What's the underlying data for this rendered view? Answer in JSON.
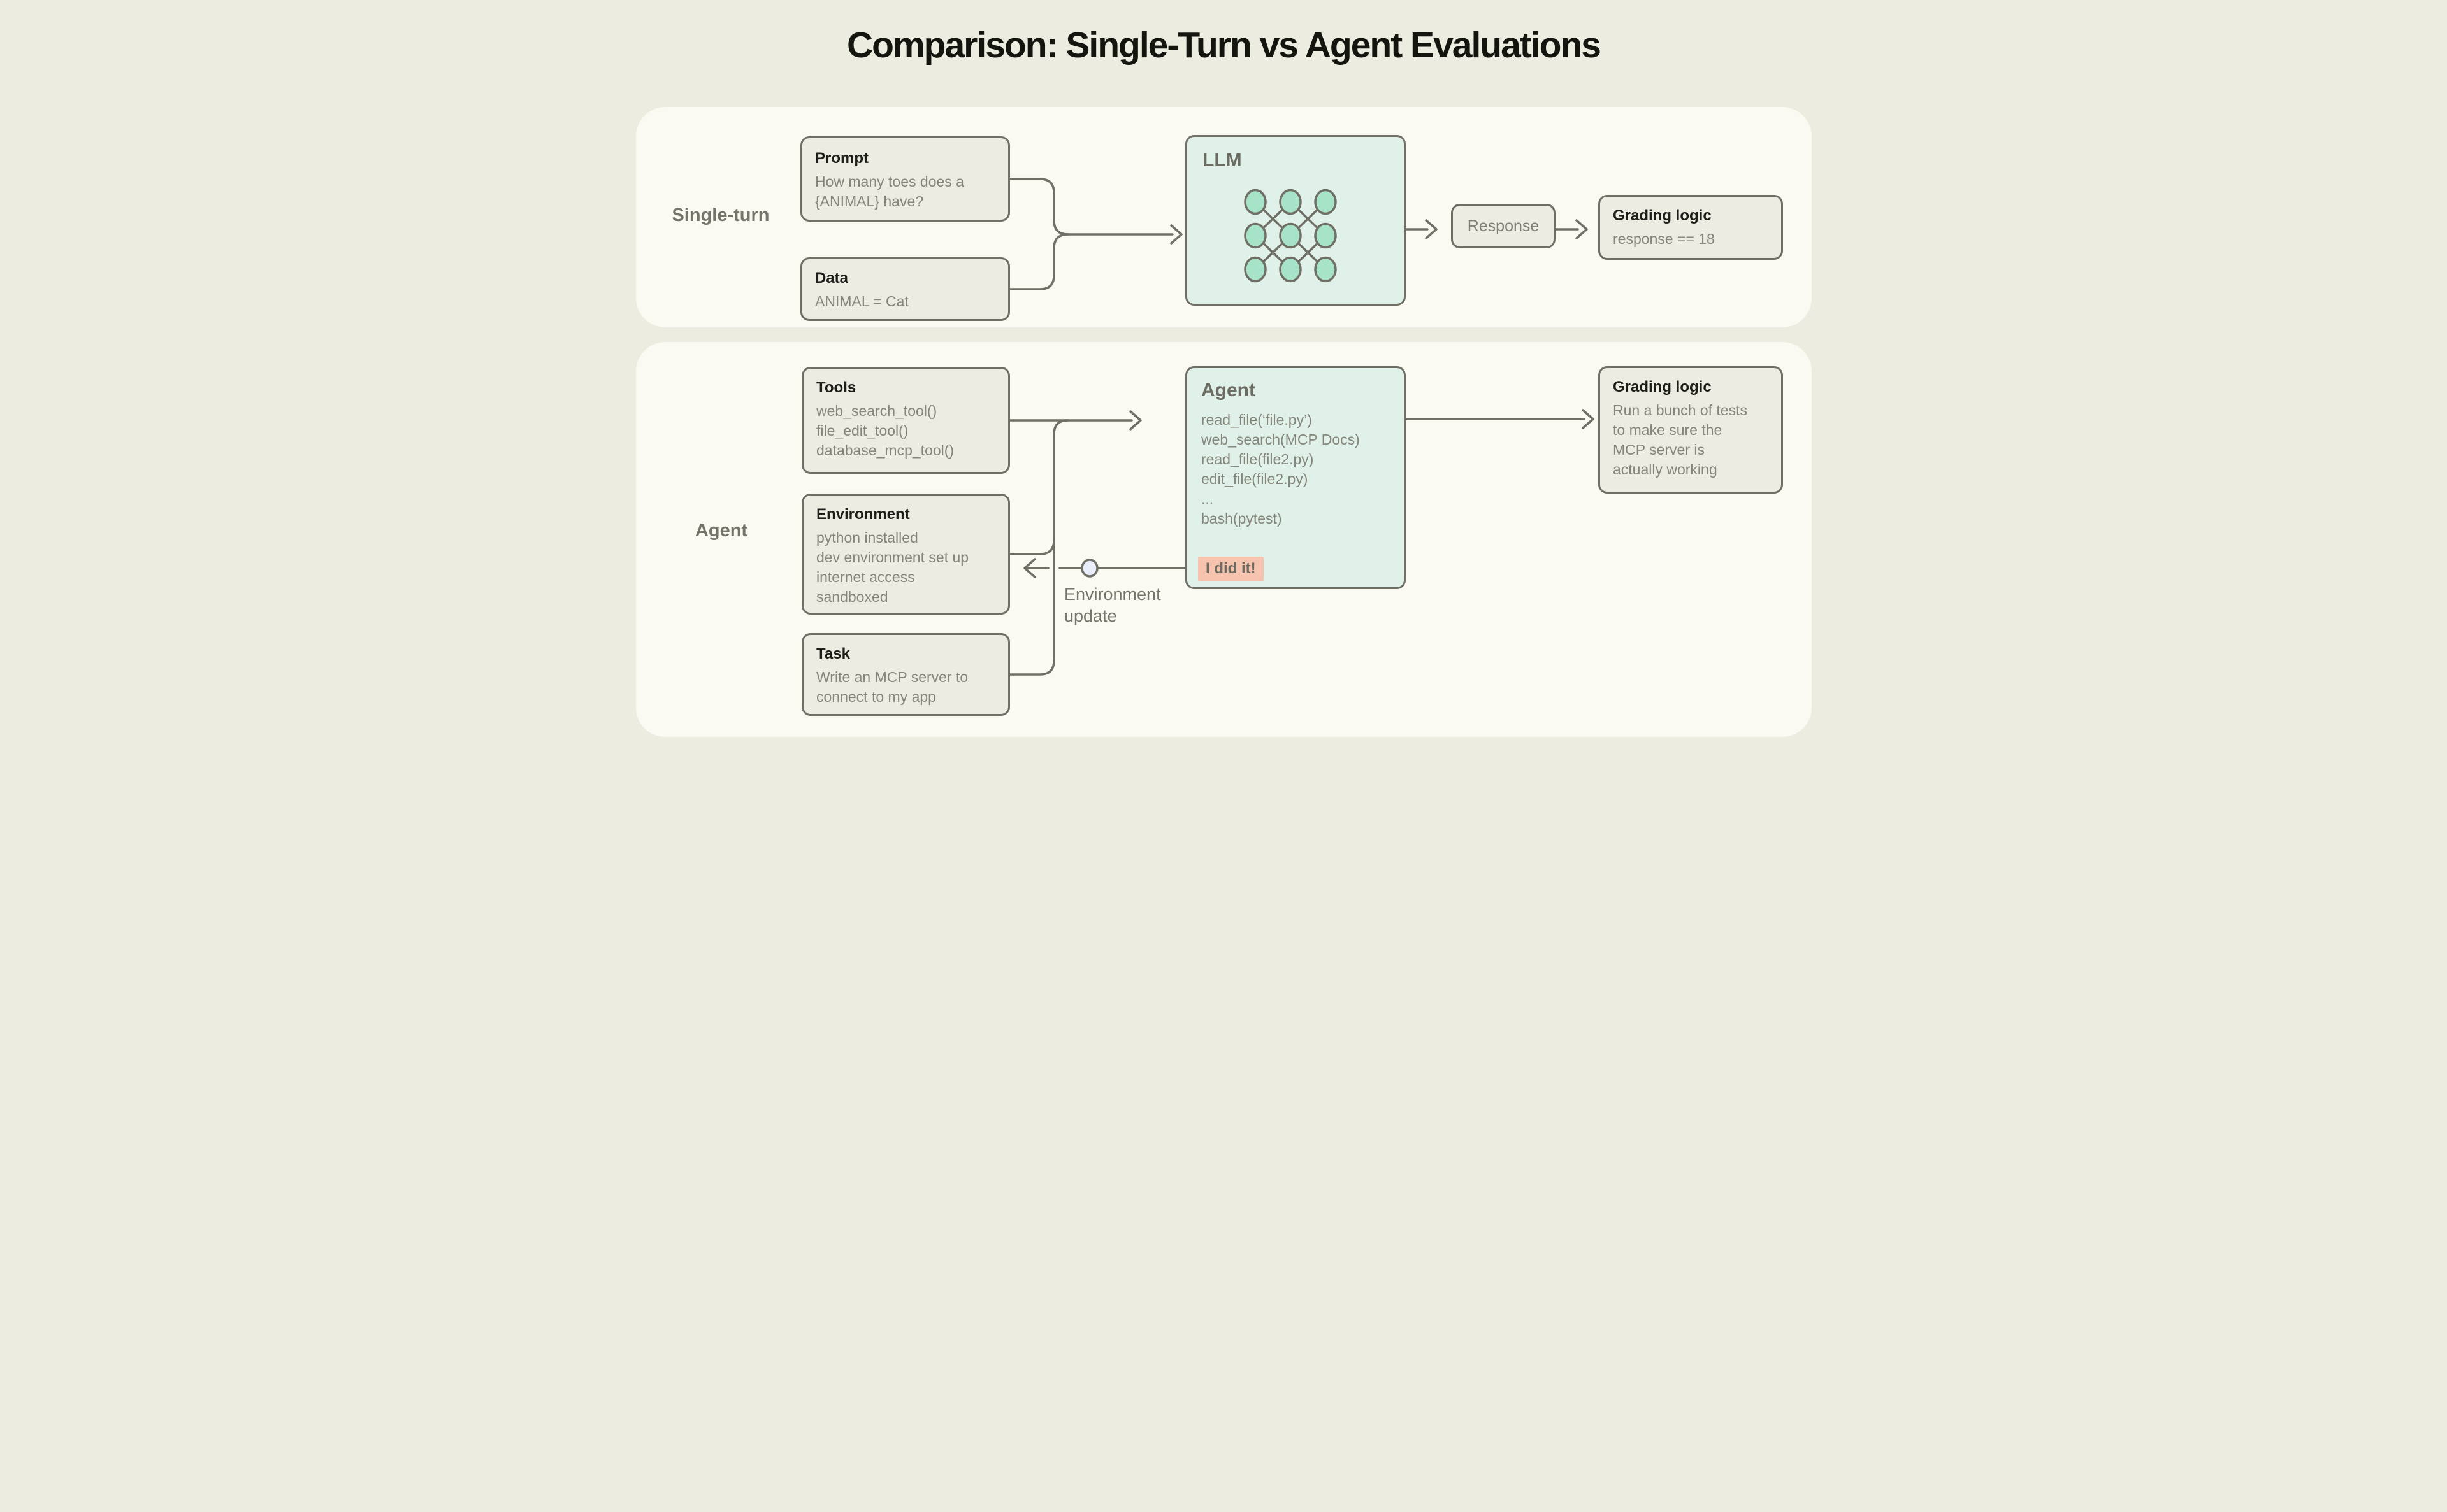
{
  "title": "Comparison: Single-Turn vs Agent Evaluations",
  "colors": {
    "page_background": "#ECECE0",
    "panel_background": "#FBFAF2",
    "box_fill": "#EDECE2",
    "mint_fill": "#E0F1E9",
    "node_fill": "#A7E3C8",
    "line_and_border": "#6F6F66",
    "heading_text": "#1D1D19",
    "body_text": "#85857A",
    "badge_fill": "#F6C3AE",
    "update_node_fill": "#E9EEFA"
  },
  "single_turn": {
    "label": "Single-turn",
    "prompt": {
      "title": "Prompt",
      "body": "How many toes does a\n{ANIMAL} have?"
    },
    "data": {
      "title": "Data",
      "body": "ANIMAL = Cat"
    },
    "llm": {
      "title": "LLM"
    },
    "response": {
      "label": "Response"
    },
    "grading": {
      "title": "Grading logic",
      "body": "response == 18"
    }
  },
  "agent": {
    "label": "Agent",
    "tools": {
      "title": "Tools",
      "body": "web_search_tool()\nfile_edit_tool()\ndatabase_mcp_tool()"
    },
    "environment": {
      "title": "Environment",
      "body": "python installed\ndev environment set up\ninternet access\nsandboxed"
    },
    "task": {
      "title": "Task",
      "body": "Write an MCP server to\nconnect to my app"
    },
    "agent_box": {
      "title": "Agent",
      "steps": "read_file(‘file.py’)\nweb_search(MCP Docs)\nread_file(file2.py)\nedit_file(file2.py)\n...\nbash(pytest)",
      "badge": "I did it!"
    },
    "env_update_label": "Environment\nupdate",
    "grading": {
      "title": "Grading logic",
      "body": "Run a bunch of tests\nto make sure the\nMCP server is\nactually working"
    }
  }
}
